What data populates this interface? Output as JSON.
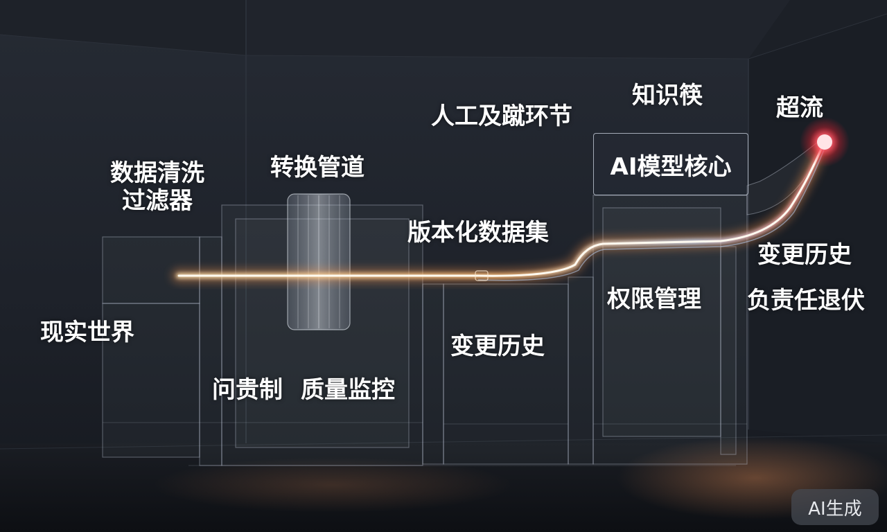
{
  "labels": {
    "data_cleaning": "数据清洗",
    "filter": "过滤器",
    "transform_pipeline": "转换管道",
    "human_loop": "人工及蹴环节",
    "knowledge": "知识筷",
    "ai_core": "AI模型核心",
    "super_flow": "超流",
    "versioned_dataset": "版本化数据集",
    "change_history_right": "变更历史",
    "accountability_right": "负责任退伏",
    "permission": "权限管理",
    "real_world": "现实世界",
    "change_history_center": "变更历史",
    "accountability": "问贵制",
    "quality_monitor": "质量监控"
  },
  "badge": {
    "label": "AI生成"
  },
  "colors": {
    "background": "#14171d",
    "glow_core": "#ffffff",
    "glow_warm": "#ffb46a",
    "glow_end": "#ff3344",
    "glass_edge": "#c8d0dc"
  }
}
